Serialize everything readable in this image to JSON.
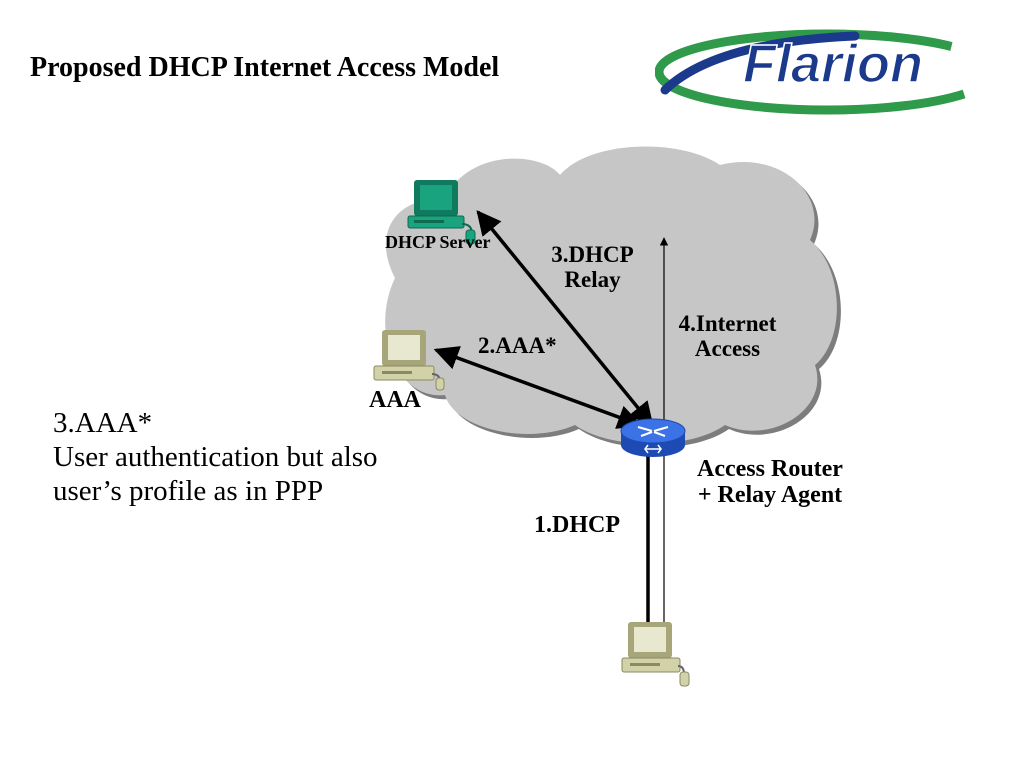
{
  "slide": {
    "title": "Proposed DHCP Internet Access Model",
    "logo_text": "Flarion"
  },
  "diagram": {
    "nodes": {
      "dhcp_server": "DHCP Server",
      "aaa": "AAA",
      "router_line1": "Access Router",
      "router_line2": "+ Relay Agent"
    },
    "flows": {
      "dhcp_step1": "1.DHCP",
      "aaa_step2": "2.AAA*",
      "relay_step3_line1": "3.DHCP",
      "relay_step3_line2": "Relay",
      "internet_step4_line1": "4.Internet",
      "internet_step4_line2": "Access"
    }
  },
  "note": {
    "line1": "3.AAA*",
    "line2": "User authentication but also",
    "line3": "user’s profile as in PPP"
  },
  "colors": {
    "logo_blue": "#1b3a8c",
    "logo_green": "#2e9a4a",
    "cloud": "#c6c6c6",
    "server_teal": "#1aa37f",
    "computer_beige": "#d2d2a8",
    "router_blue": "#2f62d8"
  }
}
